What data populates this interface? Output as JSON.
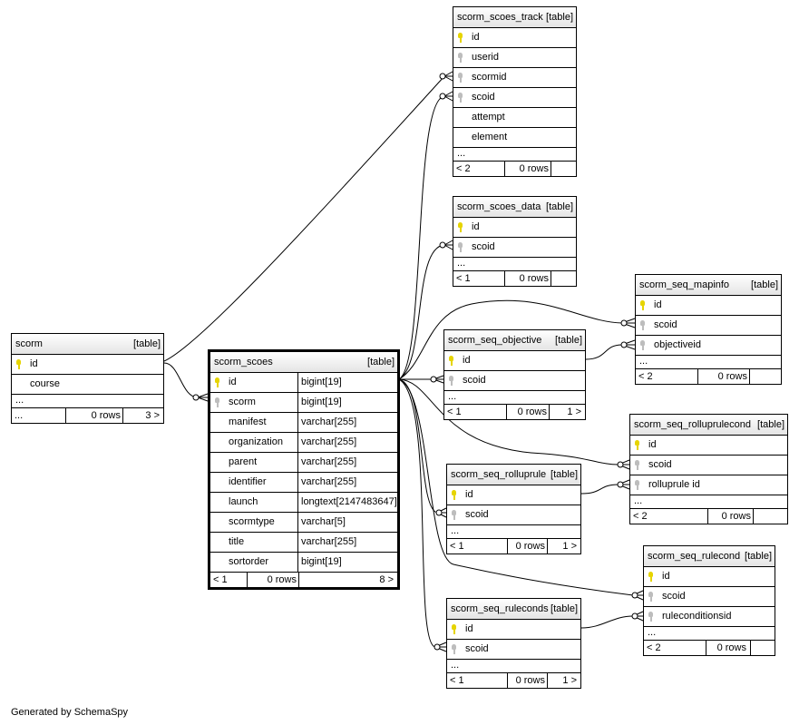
{
  "footer": {
    "credit": "Generated by SchemaSpy"
  },
  "colors": {
    "line": "#000000",
    "pk_key": "#e6d400",
    "fk_key": "#bdbdbd",
    "background": "#ffffff"
  },
  "tables": {
    "scorm": {
      "name": "scorm",
      "tag": "[table]",
      "columns": [
        {
          "name": "id",
          "key": "pk-key-icon"
        },
        {
          "name": "course",
          "key": ""
        }
      ],
      "ellipsis": "...",
      "prev": "...",
      "rows": "0 rows",
      "next": "3 >"
    },
    "scorm_scoes": {
      "name": "scorm_scoes",
      "tag": "[table]",
      "columns": [
        {
          "name": "id",
          "type": "bigint[19]",
          "key": "pk-key-icon"
        },
        {
          "name": "scorm",
          "type": "bigint[19]",
          "key": "fk-key-icon"
        },
        {
          "name": "manifest",
          "type": "varchar[255]",
          "key": ""
        },
        {
          "name": "organization",
          "type": "varchar[255]",
          "key": ""
        },
        {
          "name": "parent",
          "type": "varchar[255]",
          "key": ""
        },
        {
          "name": "identifier",
          "type": "varchar[255]",
          "key": ""
        },
        {
          "name": "launch",
          "type": "longtext[2147483647]",
          "key": ""
        },
        {
          "name": "scormtype",
          "type": "varchar[5]",
          "key": ""
        },
        {
          "name": "title",
          "type": "varchar[255]",
          "key": ""
        },
        {
          "name": "sortorder",
          "type": "bigint[19]",
          "key": ""
        }
      ],
      "prev": "< 1",
      "rows": "0 rows",
      "next": "8 >"
    },
    "scorm_scoes_track": {
      "name": "scorm_scoes_track",
      "tag": "[table]",
      "columns": [
        {
          "name": "id",
          "key": "pk-key-icon"
        },
        {
          "name": "userid",
          "key": "fk-key-icon"
        },
        {
          "name": "scormid",
          "key": "fk-key-icon"
        },
        {
          "name": "scoid",
          "key": "fk-key-icon"
        },
        {
          "name": "attempt",
          "key": ""
        },
        {
          "name": "element",
          "key": ""
        }
      ],
      "ellipsis": "...",
      "prev": "< 2",
      "rows": "0 rows",
      "next": ""
    },
    "scorm_scoes_data": {
      "name": "scorm_scoes_data",
      "tag": "[table]",
      "columns": [
        {
          "name": "id",
          "key": "pk-key-icon"
        },
        {
          "name": "scoid",
          "key": "fk-key-icon"
        }
      ],
      "ellipsis": "...",
      "prev": "< 1",
      "rows": "0 rows",
      "next": ""
    },
    "scorm_seq_mapinfo": {
      "name": "scorm_seq_mapinfo",
      "tag": "[table]",
      "columns": [
        {
          "name": "id",
          "key": "pk-key-icon"
        },
        {
          "name": "scoid",
          "key": "fk-key-icon"
        },
        {
          "name": "objectiveid",
          "key": "fk-key-icon"
        }
      ],
      "ellipsis": "...",
      "prev": "< 2",
      "rows": "0 rows",
      "next": ""
    },
    "scorm_seq_objective": {
      "name": "scorm_seq_objective",
      "tag": "[table]",
      "columns": [
        {
          "name": "id",
          "key": "pk-key-icon"
        },
        {
          "name": "scoid",
          "key": "fk-key-icon"
        }
      ],
      "ellipsis": "...",
      "prev": "< 1",
      "rows": "0 rows",
      "next": "1 >"
    },
    "scorm_seq_rolluprulecond": {
      "name": "scorm_seq_rolluprulecond",
      "tag": "[table]",
      "columns": [
        {
          "name": "id",
          "key": "pk-key-icon"
        },
        {
          "name": "scoid",
          "key": "fk-key-icon"
        },
        {
          "name": "rolluprule id",
          "key": "fk-key-icon"
        }
      ],
      "ellipsis": "...",
      "prev": "< 2",
      "rows": "0 rows",
      "next": ""
    },
    "scorm_seq_rolluprule": {
      "name": "scorm_seq_rolluprule",
      "tag": "[table]",
      "columns": [
        {
          "name": "id",
          "key": "pk-key-icon"
        },
        {
          "name": "scoid",
          "key": "fk-key-icon"
        }
      ],
      "ellipsis": "...",
      "prev": "< 1",
      "rows": "0 rows",
      "next": "1 >"
    },
    "scorm_seq_rulecond": {
      "name": "scorm_seq_rulecond",
      "tag": "[table]",
      "columns": [
        {
          "name": "id",
          "key": "pk-key-icon"
        },
        {
          "name": "scoid",
          "key": "fk-key-icon"
        },
        {
          "name": "ruleconditionsid",
          "key": "fk-key-icon"
        }
      ],
      "ellipsis": "...",
      "prev": "< 2",
      "rows": "0 rows",
      "next": ""
    },
    "scorm_seq_ruleconds": {
      "name": "scorm_seq_ruleconds",
      "tag": "[table]",
      "columns": [
        {
          "name": "id",
          "key": "pk-key-icon"
        },
        {
          "name": "scoid",
          "key": "fk-key-icon"
        }
      ],
      "ellipsis": "...",
      "prev": "< 1",
      "rows": "0 rows",
      "next": "1 >"
    }
  }
}
